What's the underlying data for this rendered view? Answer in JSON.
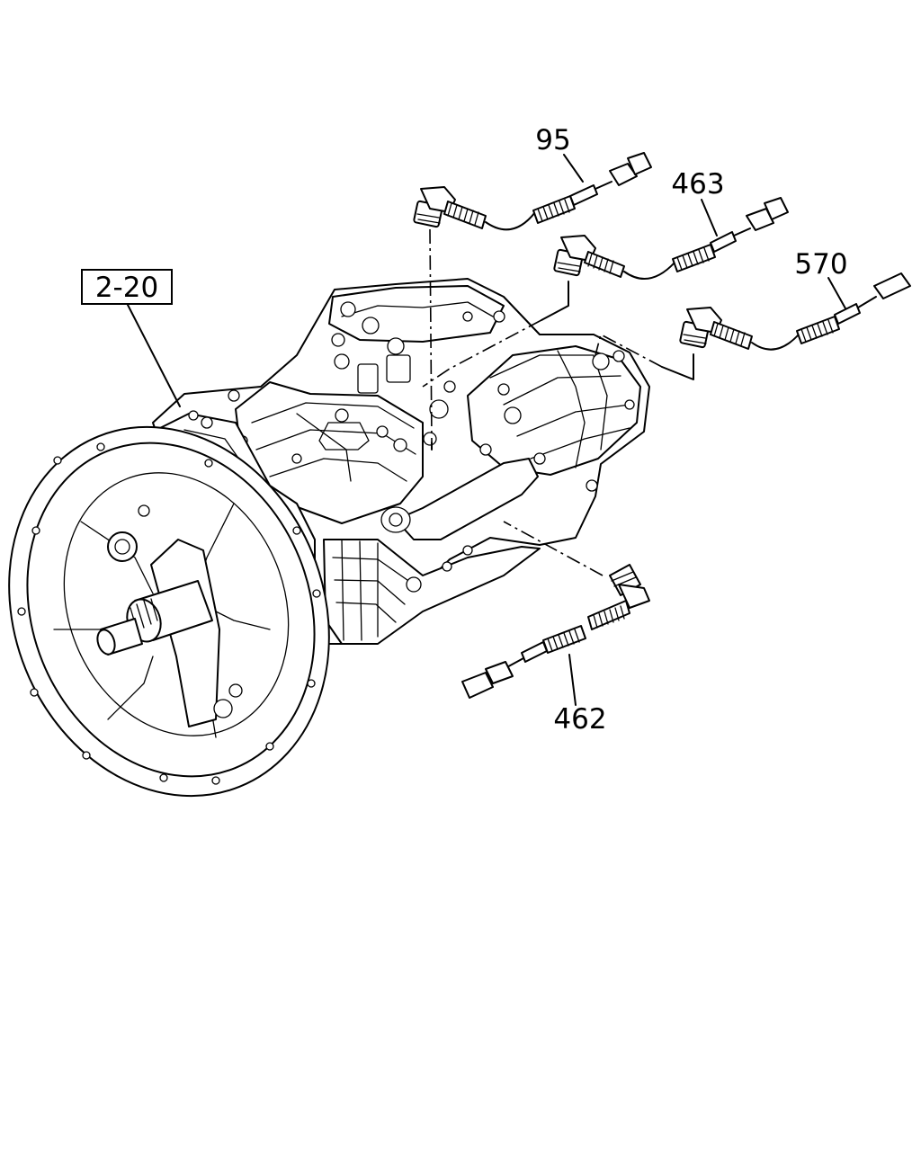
{
  "diagram": {
    "callouts": [
      {
        "id": "ref",
        "text": "2-20",
        "boxed": true
      },
      {
        "id": "p95",
        "text": "95",
        "boxed": false
      },
      {
        "id": "p463",
        "text": "463",
        "boxed": false
      },
      {
        "id": "p570",
        "text": "570",
        "boxed": false
      },
      {
        "id": "p462",
        "text": "462",
        "boxed": false
      }
    ],
    "parts": [
      {
        "callout": "2-20",
        "icon": "transmission-assembly-icon"
      },
      {
        "callout": "95",
        "icon": "sensor-harness-icon"
      },
      {
        "callout": "463",
        "icon": "sensor-harness-icon"
      },
      {
        "callout": "570",
        "icon": "sensor-harness-icon"
      },
      {
        "callout": "462",
        "icon": "sensor-harness-icon"
      }
    ],
    "colors": {
      "line": "#000000",
      "background": "#ffffff"
    }
  }
}
